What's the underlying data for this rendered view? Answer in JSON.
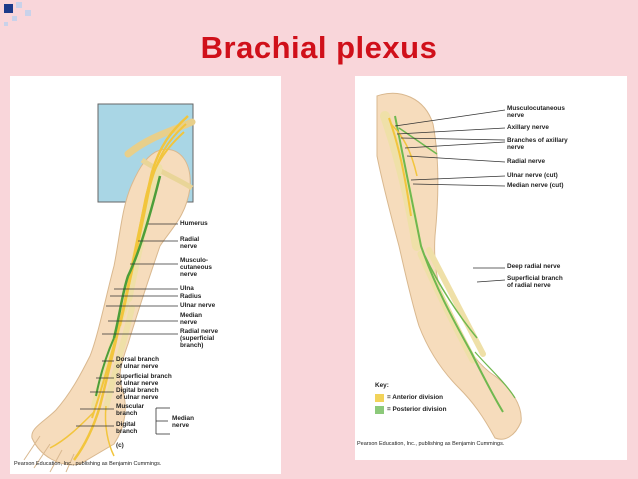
{
  "slide": {
    "title": "Brachial plexus",
    "background": "#f9d6da",
    "title_color": "#d0101a",
    "accent_square_color": "#1c3a8a"
  },
  "left_figure": {
    "labels": [
      "Humerus",
      "Radial\nnerve",
      "Musculo-\ncutaneous\nnerve",
      "Ulna",
      "Radius",
      "Ulnar nerve",
      "Median\nnerve",
      "Radial nerve\n(superficial\nbranch)",
      "Dorsal branch\nof ulnar nerve",
      "Superficial branch\nof ulnar nerve",
      "Digital branch\nof ulnar nerve",
      "Muscular\nbranch",
      "Digital\nbranch",
      "Median\nnerve"
    ],
    "panel_tag": "(c)",
    "credit": "Pearson Education, Inc., publishing as Benjamin Cummings."
  },
  "right_figure": {
    "labels": [
      "Musculocutaneous\nnerve",
      "Axillary nerve",
      "Branches of axillary\nnerve",
      "Radial nerve",
      "Ulnar nerve (cut)",
      "Median nerve (cut)",
      "Deep radial nerve",
      "Superficial branch\nof radial nerve"
    ],
    "key": {
      "title": "Key:",
      "items": [
        {
          "label": "= Anterior division",
          "color": "#f2d35a"
        },
        {
          "label": "= Posterior division",
          "color": "#8cc97a"
        }
      ]
    },
    "credit": "Pearson Education, Inc., publishing as Benjamin Cummings."
  }
}
